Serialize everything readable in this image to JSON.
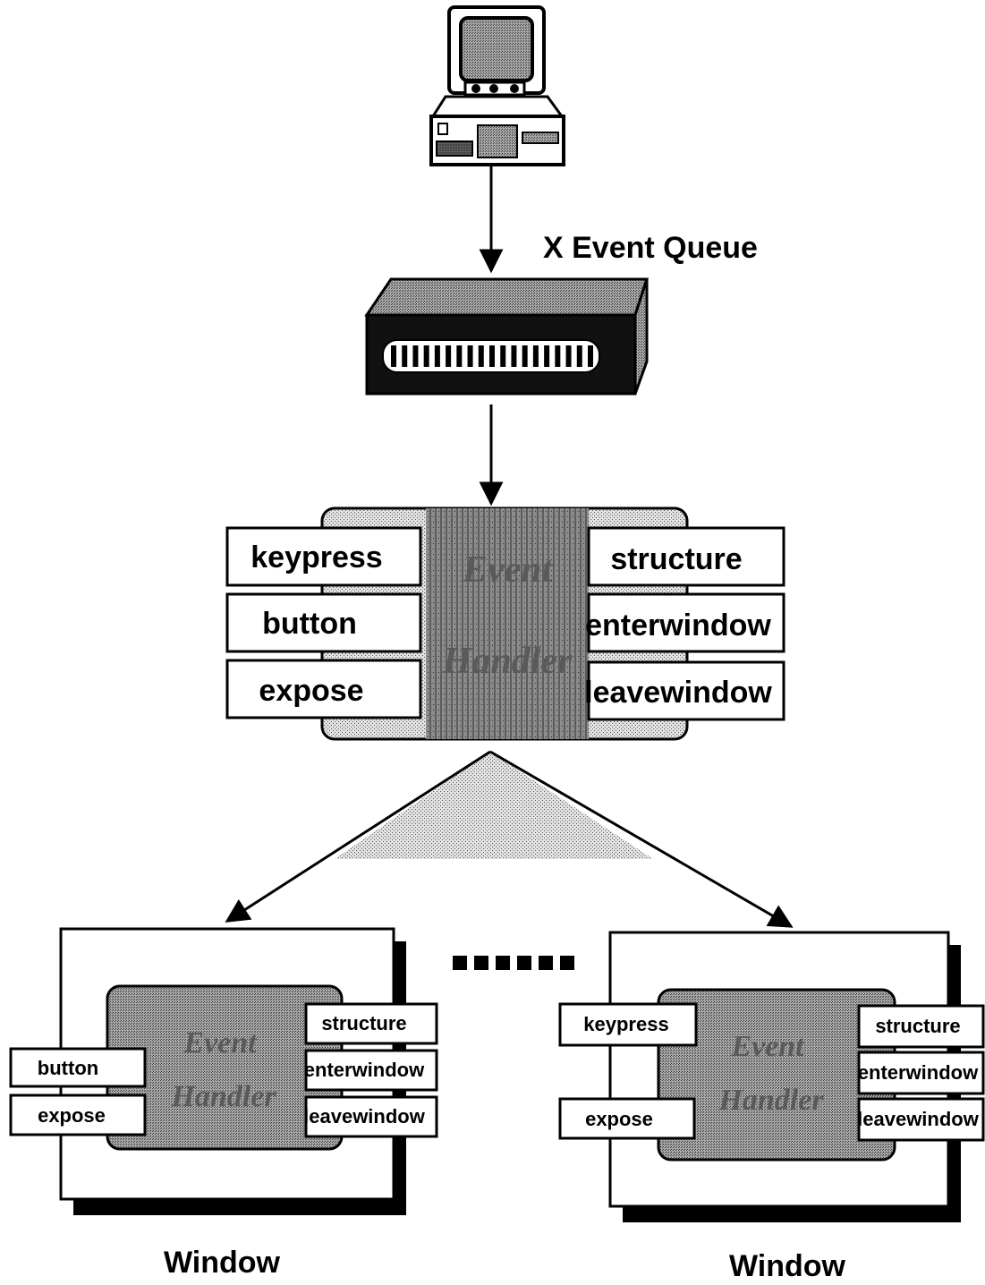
{
  "queue_label": "X Event Queue",
  "central_handler": {
    "left_events": [
      "keypress",
      "button",
      "expose"
    ],
    "right_events": [
      "structure",
      "enterwindow",
      "leavewindow"
    ],
    "center_text": [
      "Event",
      "Handler"
    ]
  },
  "windows": [
    {
      "label": "Window",
      "handler_text": [
        "Event",
        "Handler"
      ],
      "left_events": [
        "button",
        "expose"
      ],
      "right_events": [
        "structure",
        "enterwindow",
        "leavewindow"
      ]
    },
    {
      "label": "Window",
      "handler_text": [
        "Event",
        "Handler"
      ],
      "left_events": [
        "keypress",
        "expose"
      ],
      "right_events": [
        "structure",
        "enterwindow",
        "leavewindow"
      ]
    }
  ],
  "colors": {
    "ink": "#000000",
    "paper": "#ffffff",
    "shade_light": "#c8c8c8",
    "shade_mid": "#8a8a8a",
    "shade_dark": "#333333"
  }
}
